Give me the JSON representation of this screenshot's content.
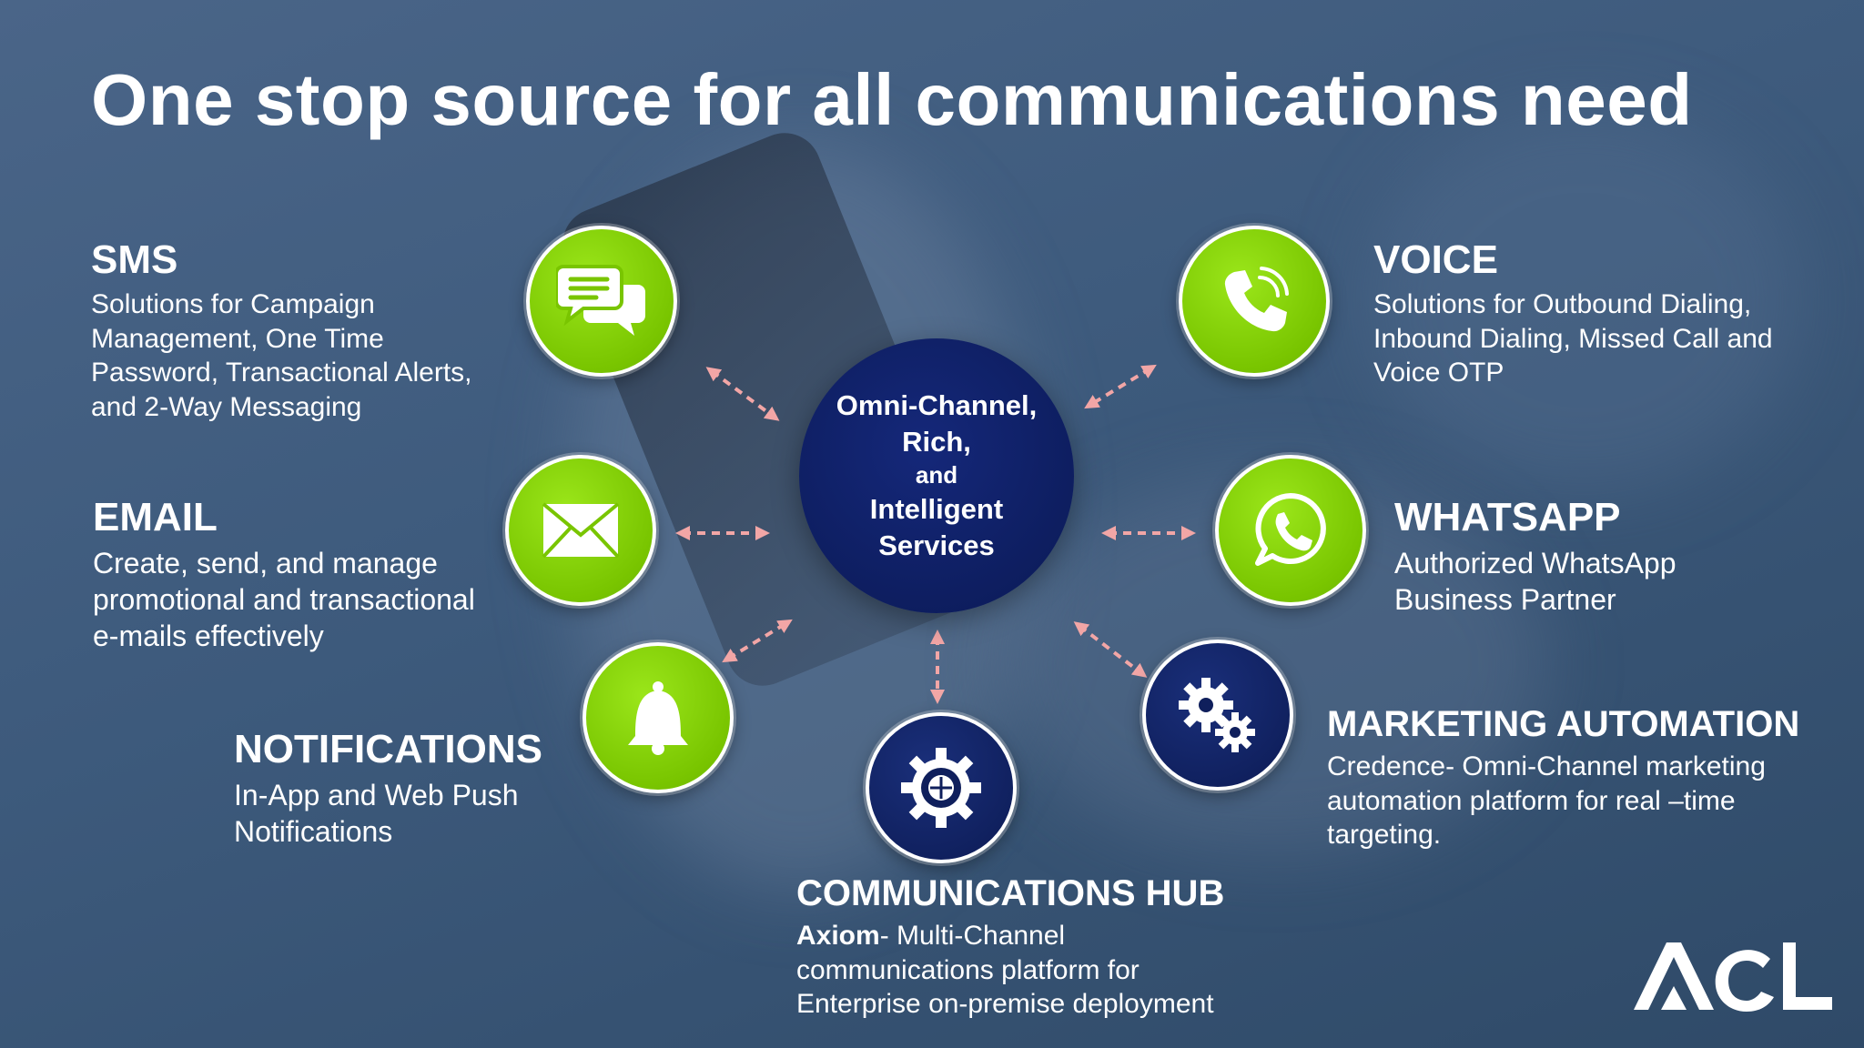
{
  "title": "One stop source for all communications need",
  "center": [
    "Omni-Channel,",
    "Rich,",
    "and",
    "Intelligent",
    "Services"
  ],
  "services": {
    "sms": {
      "title": "SMS",
      "lines": [
        "Solutions for Campaign",
        "Management, One Time",
        "Password, Transactional Alerts,",
        "and 2-Way Messaging"
      ],
      "icon": "chat-bubbles-icon"
    },
    "email": {
      "title": "EMAIL",
      "lines": [
        "Create, send, and manage",
        "promotional and transactional",
        "e-mails effectively"
      ],
      "icon": "envelope-icon"
    },
    "notifications": {
      "title": "NOTIFICATIONS",
      "lines": [
        "In-App and Web Push",
        "Notifications"
      ],
      "icon": "bell-icon"
    },
    "voice": {
      "title": "VOICE",
      "lines": [
        "Solutions for Outbound Dialing,",
        "Inbound Dialing, Missed Call and",
        "Voice OTP"
      ],
      "icon": "phone-icon"
    },
    "whatsapp": {
      "title": "WHATSAPP",
      "lines": [
        "Authorized WhatsApp",
        "Business Partner"
      ],
      "icon": "whatsapp-icon"
    },
    "marketing": {
      "title": "MARKETING AUTOMATION",
      "lines": [
        "Credence- Omni-Channel marketing",
        "automation platform for real –time",
        "targeting."
      ],
      "icon": "gears-icon"
    },
    "hub": {
      "title": "COMMUNICATIONS HUB",
      "brand": "Axiom",
      "line1_rest": "- Multi-Channel",
      "lines": [
        "communications platform for",
        "Enterprise on-premise deployment"
      ],
      "icon": "hub-gear-icon"
    }
  },
  "logo": {
    "text": "ACL"
  },
  "colors": {
    "green": "#79c500",
    "navy": "#0d1d5e",
    "arrow": "#f2a6a6"
  }
}
